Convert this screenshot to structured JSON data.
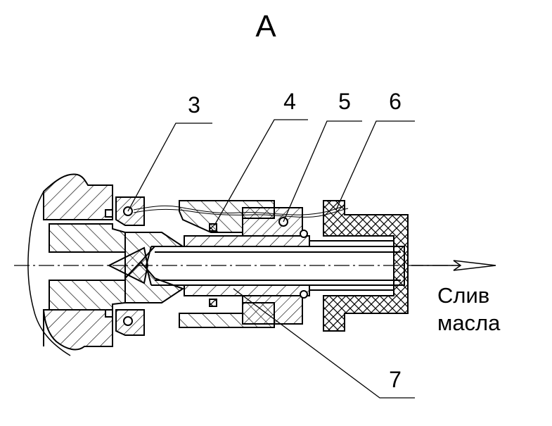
{
  "figure": {
    "view_label": "А",
    "callouts": [
      {
        "id": "3",
        "text": "3"
      },
      {
        "id": "4",
        "text": "4"
      },
      {
        "id": "5",
        "text": "5"
      },
      {
        "id": "6",
        "text": "6"
      },
      {
        "id": "7",
        "text": "7"
      }
    ],
    "flow_note": {
      "line1": "Слив",
      "line2": "масла"
    },
    "colors": {
      "ink": "#000000",
      "paper": "#ffffff"
    }
  }
}
